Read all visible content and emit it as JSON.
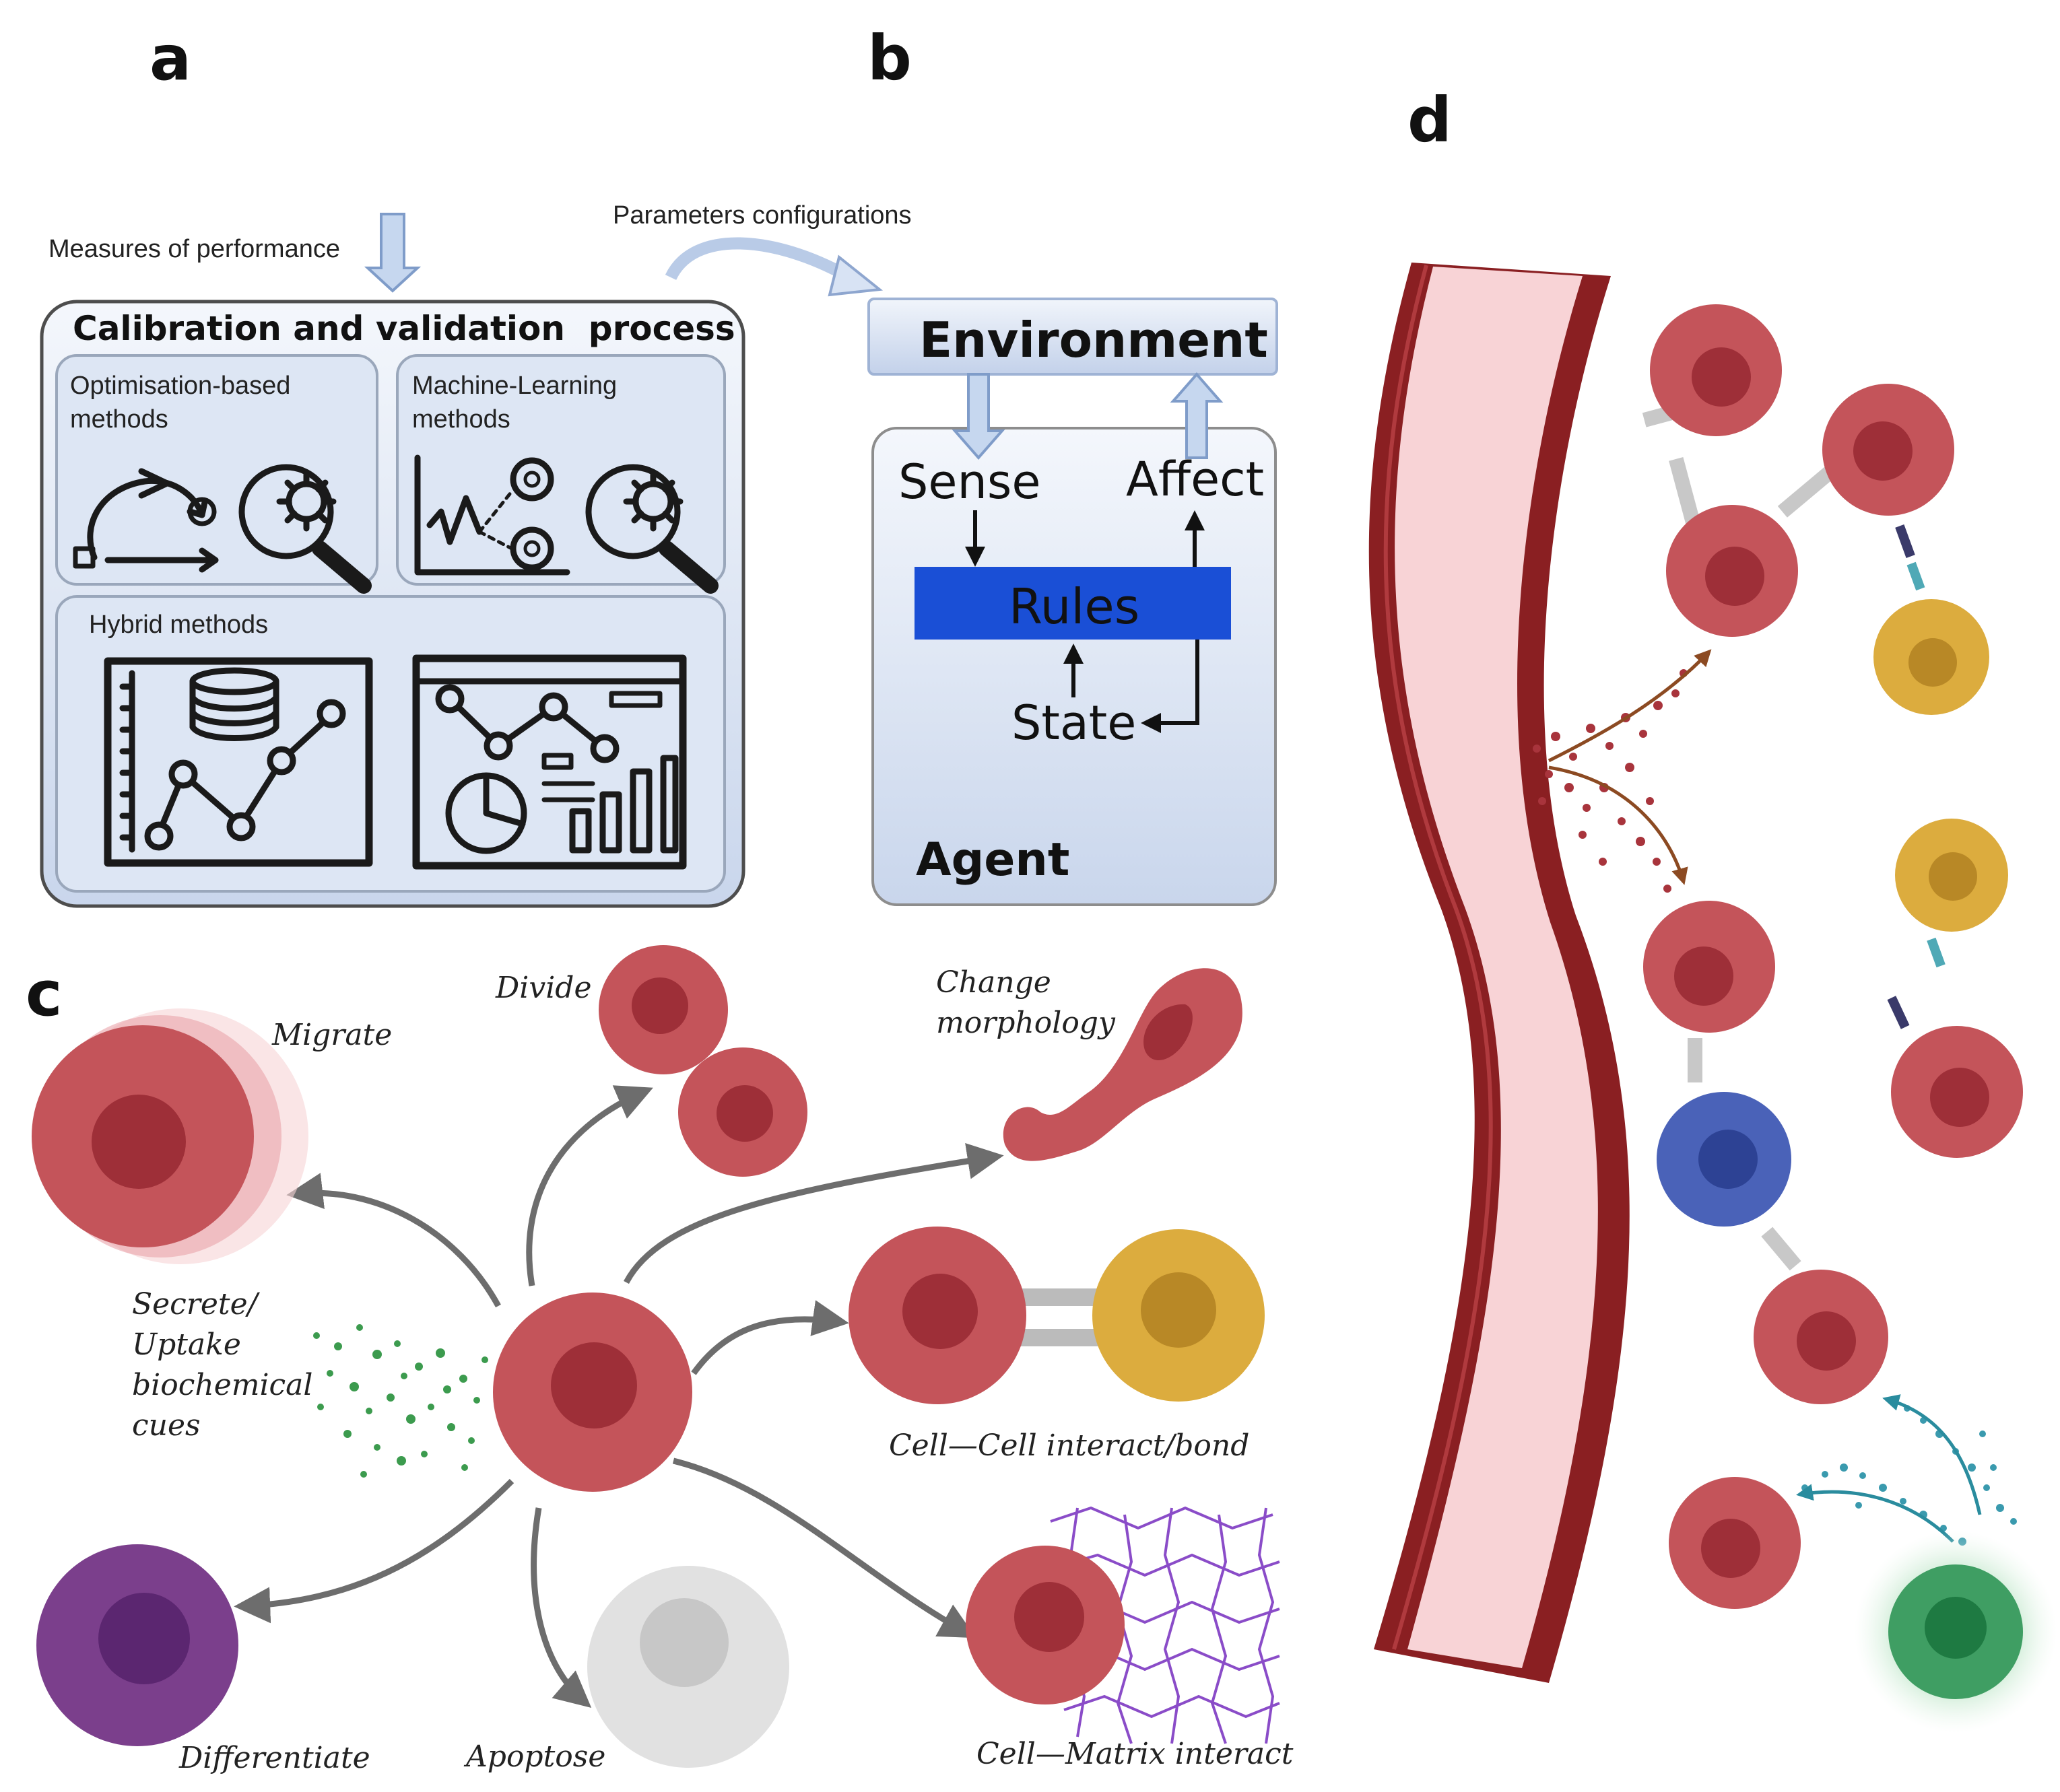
{
  "panels": {
    "a": {
      "letter": "a",
      "top_label": "Measures of performance",
      "box_title": "Calibration and validation  process",
      "sub_opt": [
        "Optimisation-based",
        "methods"
      ],
      "sub_ml": [
        "Machine-Learning",
        "methods"
      ],
      "sub_hybrid": "Hybrid methods"
    },
    "b": {
      "letter": "b",
      "top_label": "Parameters configurations",
      "environment": "Environment",
      "sense": "Sense",
      "affect": "Affect",
      "rules": "Rules",
      "state": "State",
      "agent": "Agent",
      "rules_color": "#1a4fd6"
    },
    "c": {
      "letter": "c",
      "migrate": "Migrate",
      "divide": "Divide",
      "change_morphology": [
        "Change",
        "morphology"
      ],
      "secrete": [
        "Secrete/",
        "Uptake",
        "biochemical",
        "cues"
      ],
      "cell_cell": "Cell—Cell interact/bond",
      "cell_matrix": "Cell—Matrix interact",
      "differentiate": "Differentiate",
      "apoptose": "Apoptose"
    },
    "d": {
      "letter": "d"
    }
  },
  "colors": {
    "cell_red": "#c4545a",
    "cell_red_nucleus": "#9e2f38",
    "cell_yellow": "#dcac3e",
    "cell_purple": "#7b3f8c",
    "cell_grey": "#e1e1e1",
    "cell_blue": "#4a62b8",
    "cell_green": "#3f9e63",
    "vessel_wall": "#8a1f22",
    "vessel_lumen": "#f8d3d6",
    "panel_box_fill": "#dbe4f3"
  }
}
